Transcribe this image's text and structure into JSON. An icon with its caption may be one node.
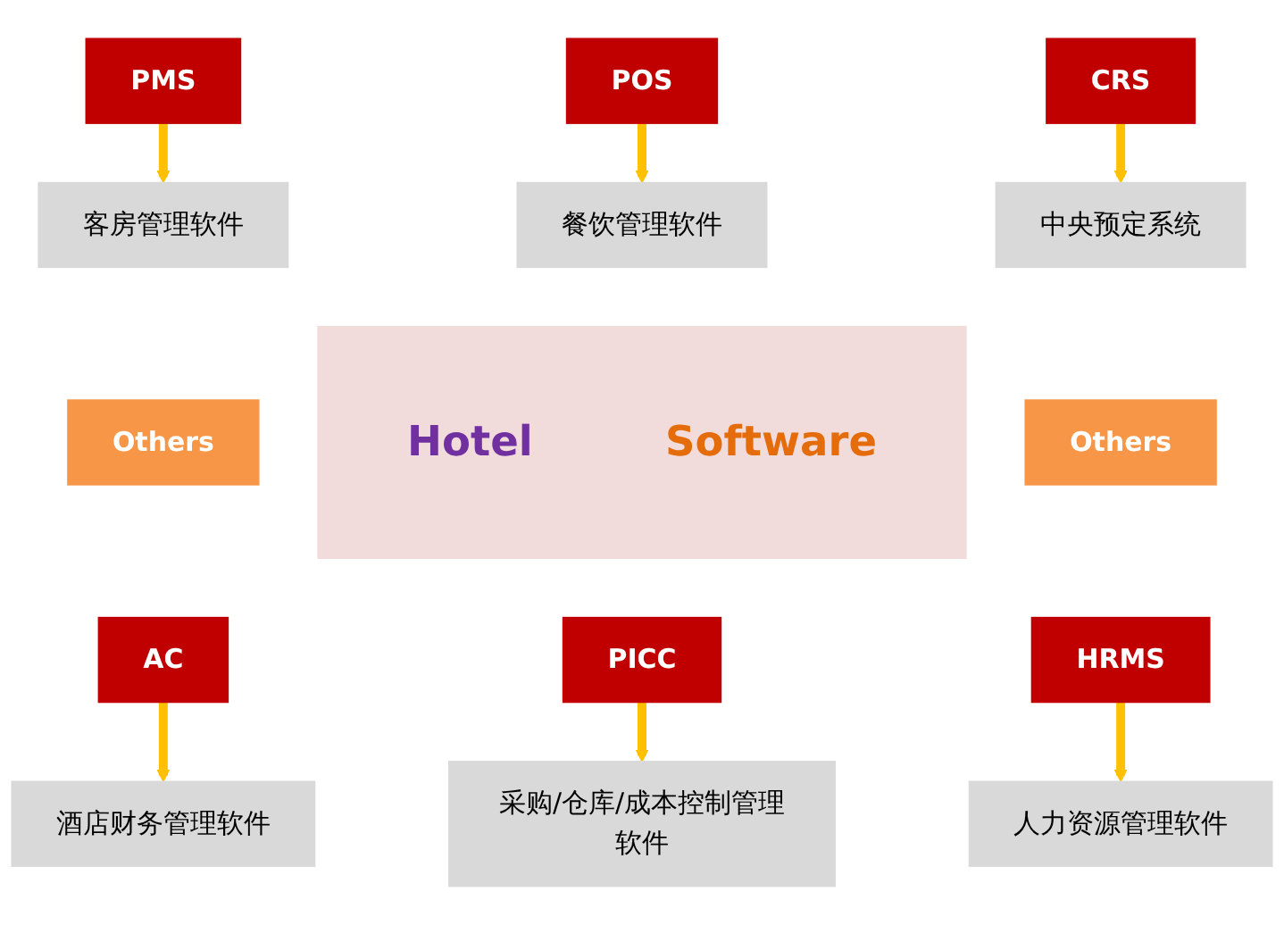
{
  "diagram": {
    "nodes": [
      {
        "text": [
          "客房管理软件"
        ]
      },
      {
        "text": [
          "餐饮管理软件"
        ]
      },
      {
        "text": [
          "中央预定系统"
        ]
      },
      {
        "text": [
          "PMS"
        ]
      },
      {
        "text": [
          "POS"
        ]
      },
      {
        "text": [
          "CRS"
        ]
      },
      {
        "text": [
          "Others"
        ]
      },
      {
        "text": [
          "Hotel",
          "Software"
        ]
      },
      {
        "text": [
          "Others"
        ]
      },
      {
        "text": [
          "AC"
        ]
      },
      {
        "text": [
          "PICC"
        ]
      },
      {
        "text": [
          "HRMS"
        ]
      },
      {
        "text": [
          "酒店财务管理软件"
        ]
      },
      {
        "text": [
          "采购/仓库/成本控制管理软件"
        ]
      },
      {
        "text": [
          "人力资源管理软件"
        ]
      }
    ],
    "edges": [
      {
        "from": 3,
        "to": 0,
        "arrow": "to"
      },
      {
        "from": 4,
        "to": 1,
        "arrow": "to"
      },
      {
        "from": 5,
        "to": 2,
        "arrow": "to"
      },
      {
        "from": 9,
        "to": 12,
        "arrow": "to"
      },
      {
        "from": 10,
        "to": 13,
        "arrow": "to"
      },
      {
        "from": 11,
        "to": 14,
        "arrow": "to"
      }
    ]
  }
}
